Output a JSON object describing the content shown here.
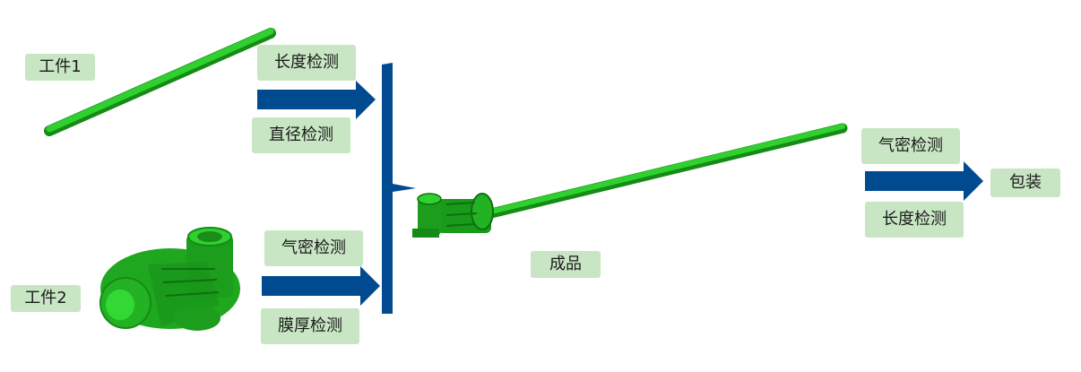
{
  "labels": {
    "workpiece1": "工件1",
    "workpiece2": "工件2",
    "length_check_1": "长度检测",
    "diameter_check": "直径检测",
    "airtight_check_1": "气密检测",
    "film_thickness_check": "膜厚检测",
    "finished_product": "成品",
    "airtight_check_2": "气密检测",
    "length_check_2": "长度检测",
    "packaging": "包装"
  },
  "colors": {
    "label_bg": "#c8e6c3",
    "arrow_blue": "#004a8f",
    "part_green": "#22bb22",
    "part_dark": "#168a16"
  }
}
